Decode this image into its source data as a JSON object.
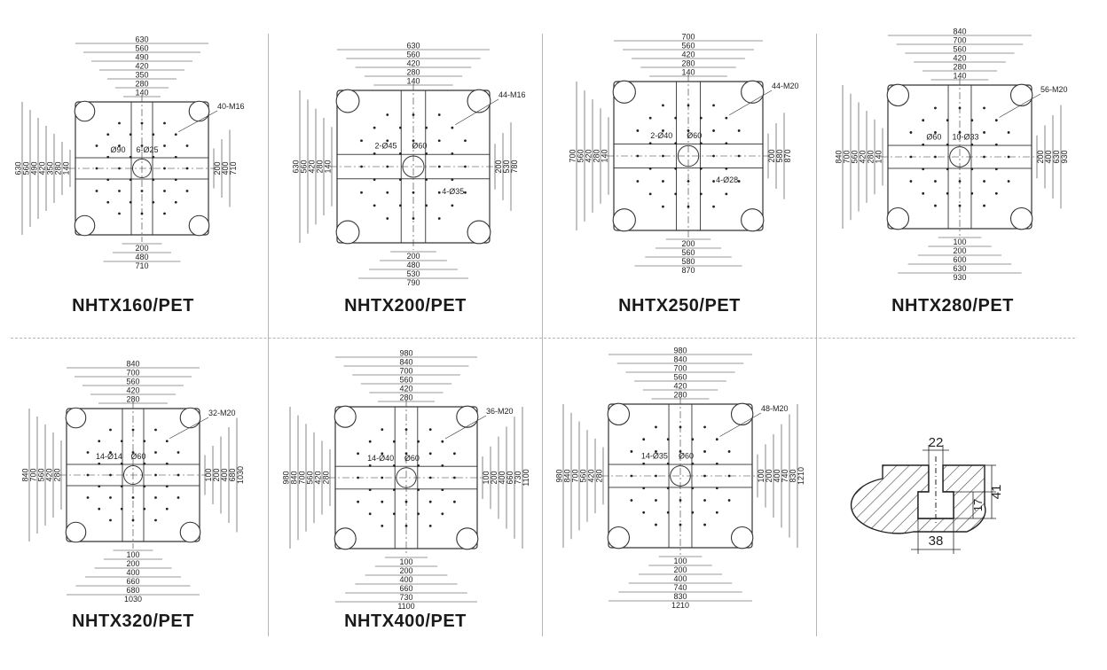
{
  "plates": [
    {
      "title": "NHTX160/PET",
      "top_dims": [
        "630",
        "560",
        "490",
        "420",
        "350",
        "280",
        "140"
      ],
      "left_dims": [
        "630",
        "560",
        "490",
        "420",
        "350",
        "280",
        "140"
      ],
      "right_dims": [
        "200",
        "400",
        "710"
      ],
      "bottom_dims": [
        "200",
        "480",
        "710"
      ],
      "callouts": [
        "40-M16",
        "Ø90",
        "6-Ø25"
      ]
    },
    {
      "title": "NHTX200/PET",
      "top_dims": [
        "630",
        "560",
        "420",
        "280",
        "140"
      ],
      "left_dims": [
        "630",
        "560",
        "420",
        "280",
        "140"
      ],
      "right_dims": [
        "200",
        "530",
        "780"
      ],
      "bottom_dims": [
        "200",
        "480",
        "530",
        "790"
      ],
      "callouts": [
        "44-M16",
        "2-Ø45",
        "Ø60",
        "4-Ø35"
      ]
    },
    {
      "title": "NHTX250/PET",
      "top_dims": [
        "700",
        "560",
        "420",
        "280",
        "140"
      ],
      "left_dims": [
        "700",
        "560",
        "420",
        "280",
        "140"
      ],
      "right_dims": [
        "200",
        "580",
        "870"
      ],
      "bottom_dims": [
        "200",
        "560",
        "580",
        "870"
      ],
      "callouts": [
        "44-M20",
        "2-Ø40",
        "Ø60",
        "4-Ø28"
      ]
    },
    {
      "title": "NHTX280/PET",
      "top_dims": [
        "840",
        "700",
        "560",
        "420",
        "280",
        "140"
      ],
      "left_dims": [
        "840",
        "700",
        "560",
        "420",
        "280",
        "140"
      ],
      "right_dims": [
        "200",
        "400",
        "630",
        "930"
      ],
      "bottom_dims": [
        "100",
        "200",
        "600",
        "630",
        "930"
      ],
      "callouts": [
        "56-M20",
        "Ø60",
        "10-Ø33"
      ]
    },
    {
      "title": "NHTX320/PET",
      "top_dims": [
        "840",
        "700",
        "560",
        "420",
        "280"
      ],
      "left_dims": [
        "840",
        "700",
        "560",
        "420",
        "280"
      ],
      "right_dims": [
        "100",
        "200",
        "400",
        "680",
        "1030"
      ],
      "bottom_dims": [
        "100",
        "200",
        "400",
        "660",
        "680",
        "1030"
      ],
      "callouts": [
        "32-M20",
        "14-Ø14",
        "Ø60"
      ]
    },
    {
      "title": "NHTX400/PET",
      "top_dims": [
        "980",
        "840",
        "700",
        "560",
        "420",
        "280"
      ],
      "left_dims": [
        "980",
        "840",
        "700",
        "560",
        "420",
        "280"
      ],
      "right_dims": [
        "100",
        "200",
        "400",
        "660",
        "730",
        "1100"
      ],
      "bottom_dims": [
        "100",
        "200",
        "400",
        "660",
        "730",
        "1100"
      ],
      "callouts": [
        "36-M20",
        "14-Ø40",
        "Ø60"
      ]
    },
    {
      "title": "",
      "top_dims": [
        "980",
        "840",
        "700",
        "560",
        "420",
        "280"
      ],
      "left_dims": [
        "980",
        "840",
        "700",
        "560",
        "420",
        "280"
      ],
      "right_dims": [
        "100",
        "200",
        "400",
        "740",
        "830",
        "1210"
      ],
      "bottom_dims": [
        "100",
        "200",
        "400",
        "740",
        "830",
        "1210"
      ],
      "callouts": [
        "48-M20",
        "14-Ø35",
        "Ø60"
      ]
    }
  ],
  "tslot": {
    "top_width": "22",
    "bottom_width": "38",
    "inner_height": "17",
    "outer_height": "41"
  }
}
